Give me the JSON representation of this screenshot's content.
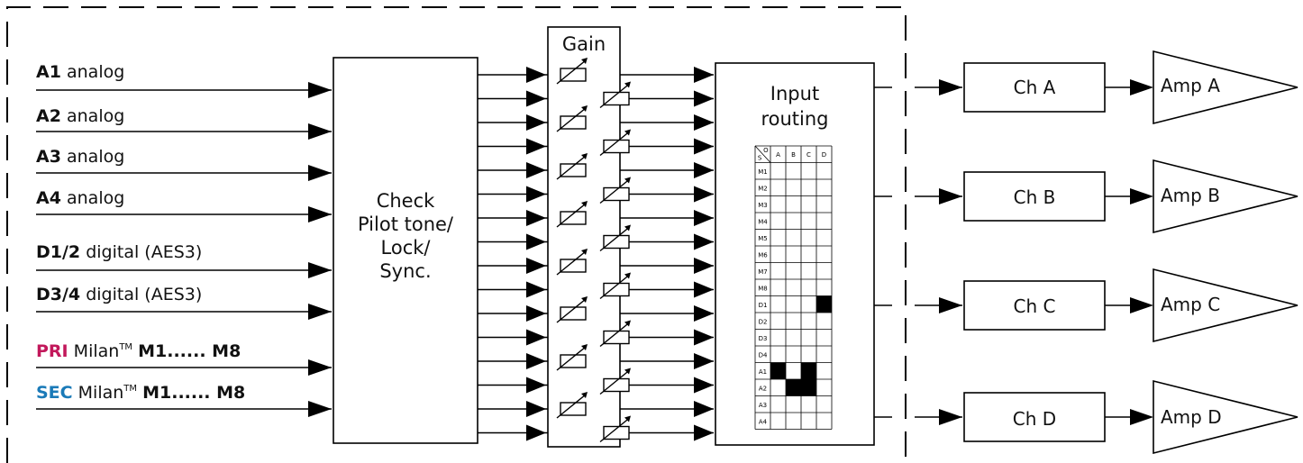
{
  "inputs": [
    {
      "id": "A1",
      "desc": "analog"
    },
    {
      "id": "A2",
      "desc": "analog"
    },
    {
      "id": "A3",
      "desc": "analog"
    },
    {
      "id": "A4",
      "desc": "analog"
    },
    {
      "id": "D1/2",
      "desc": "digital (AES3)"
    },
    {
      "id": "D3/4",
      "desc": "digital (AES3)"
    }
  ],
  "milan": [
    {
      "prefix": "PRI",
      "name": "Milan",
      "tm": "TM",
      "range": "M1...... M8",
      "color": "#c2185b"
    },
    {
      "prefix": "SEC",
      "name": "Milan",
      "tm": "TM",
      "range": "M1...... M8",
      "color": "#1a7ab8"
    }
  ],
  "check_block": [
    "Check",
    "Pilot tone/",
    "Lock/",
    "Sync."
  ],
  "gain_label": "Gain",
  "routing_label": [
    "Input",
    "routing"
  ],
  "matrix": {
    "corner_top": "O",
    "corner_bottom": "S",
    "columns": [
      "A",
      "B",
      "C",
      "D"
    ],
    "rows": [
      "M1",
      "M2",
      "M3",
      "M4",
      "M5",
      "M6",
      "M7",
      "M8",
      "D1",
      "D2",
      "D3",
      "D4",
      "A1",
      "A2",
      "A3",
      "A4"
    ],
    "filled": [
      {
        "row": "D1",
        "col": "D"
      },
      {
        "row": "A1",
        "col": "A"
      },
      {
        "row": "A1",
        "col": "C"
      },
      {
        "row": "A2",
        "col": "B"
      },
      {
        "row": "A2",
        "col": "C"
      }
    ]
  },
  "channels": [
    "Ch A",
    "Ch B",
    "Ch C",
    "Ch D"
  ],
  "amps": [
    "Amp A",
    "Amp B",
    "Amp C",
    "Amp D"
  ]
}
